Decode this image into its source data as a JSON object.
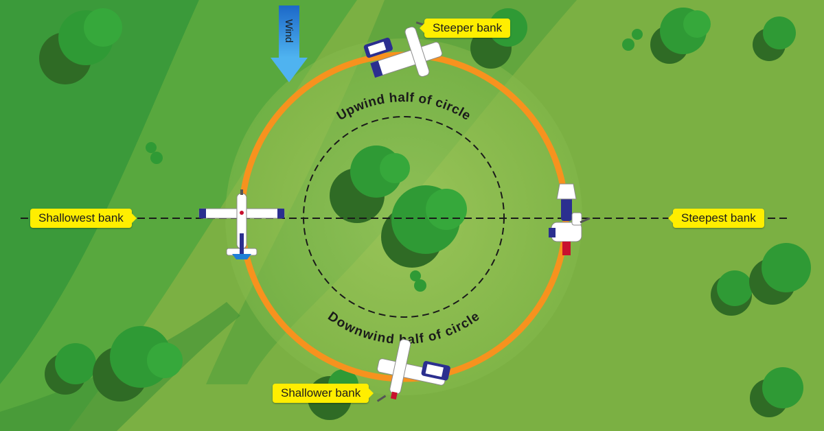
{
  "labels": {
    "wind": "Wind",
    "upwind_half": "Upwind half of circle",
    "downwind_half": "Downwind half of circle",
    "shallowest_bank": "Shallowest bank",
    "steepest_bank": "Steepest bank",
    "steeper_bank": "Steeper bank",
    "shallower_bank": "Shallower bank"
  },
  "colors": {
    "ground_light": "#8ec04e",
    "ground_dark": "#3f9a3a",
    "tree": "#2f9a35",
    "tree_shadow": "#2f6b25",
    "circle_path": "#f7921e",
    "callout": "#ffee00",
    "wind_arrow": "#1f7fd6",
    "aircraft_body": "#ffffff",
    "aircraft_trim": "#2b2f8f"
  },
  "icons": {
    "wind": "down-arrow-icon",
    "aircraft": "airplane-icon",
    "trees": "tree-icon"
  }
}
